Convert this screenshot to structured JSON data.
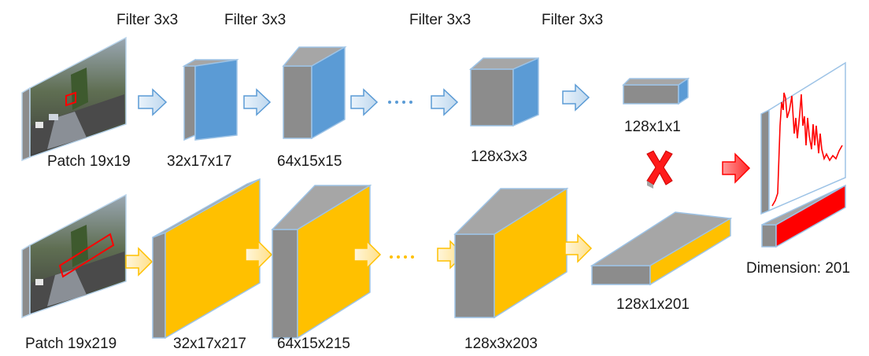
{
  "filters": {
    "f1": "Filter 3x3",
    "f2": "Filter 3x3",
    "f3": "Filter 3x3",
    "f4": "Filter 3x3"
  },
  "top_branch": {
    "patch_label": "Patch 19x19",
    "layer1_label": "32x17x17",
    "layer2_label": "64x15x15",
    "layer3_label": "128x3x3",
    "output_label": "128x1x1"
  },
  "bottom_branch": {
    "patch_label": "Patch 19x219",
    "layer1_label": "32x17x217",
    "layer2_label": "64x15x215",
    "layer3_label": "128x3x203",
    "output_label": "128x1x201"
  },
  "output": {
    "dimension_label": "Dimension: 201"
  },
  "colors": {
    "top_branch": "#5b9bd5",
    "bottom_branch": "#ffc000",
    "side": "#8c8c8c",
    "edge": "#9dc3e6",
    "result": "#ff0000"
  }
}
